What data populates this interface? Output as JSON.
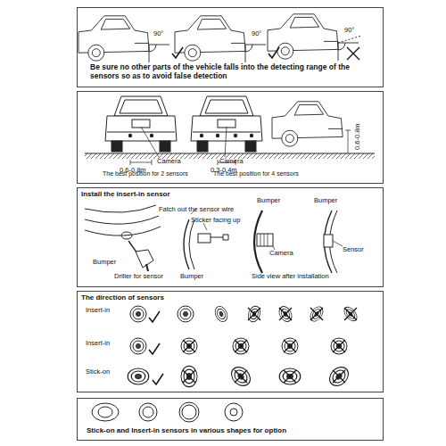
{
  "diagram": {
    "nodes": [
      {
        "text": [
          "Be sure no other parts of the vehicle falls into the detecting range of the sensors so as to avoid false detection"
        ]
      },
      {
        "text": [
          "The best position for 2 sensors",
          "The best position for 4 sensors"
        ]
      },
      {
        "text": [
          "Install the insert-in sensor"
        ]
      },
      {
        "text": [
          "The direction of sensors"
        ]
      },
      {
        "text": [
          "Stick-on and Insert-in sensors in various shapes for option"
        ]
      }
    ],
    "labels": [
      "90°",
      "90°",
      "90°",
      "0.6-0.8m",
      "Camera",
      "0.3-0.4m",
      "Camera",
      "0.6-0.8m",
      "Fatch out the sensor wire",
      "Bumper",
      "Bumper",
      "Sticker facing up",
      "Camera",
      "Sensor",
      "Bumper",
      "Driller for sensor",
      "Bumper",
      "Side view after installation",
      "Insert-in",
      "Insert-in",
      "Stick-on"
    ]
  }
}
